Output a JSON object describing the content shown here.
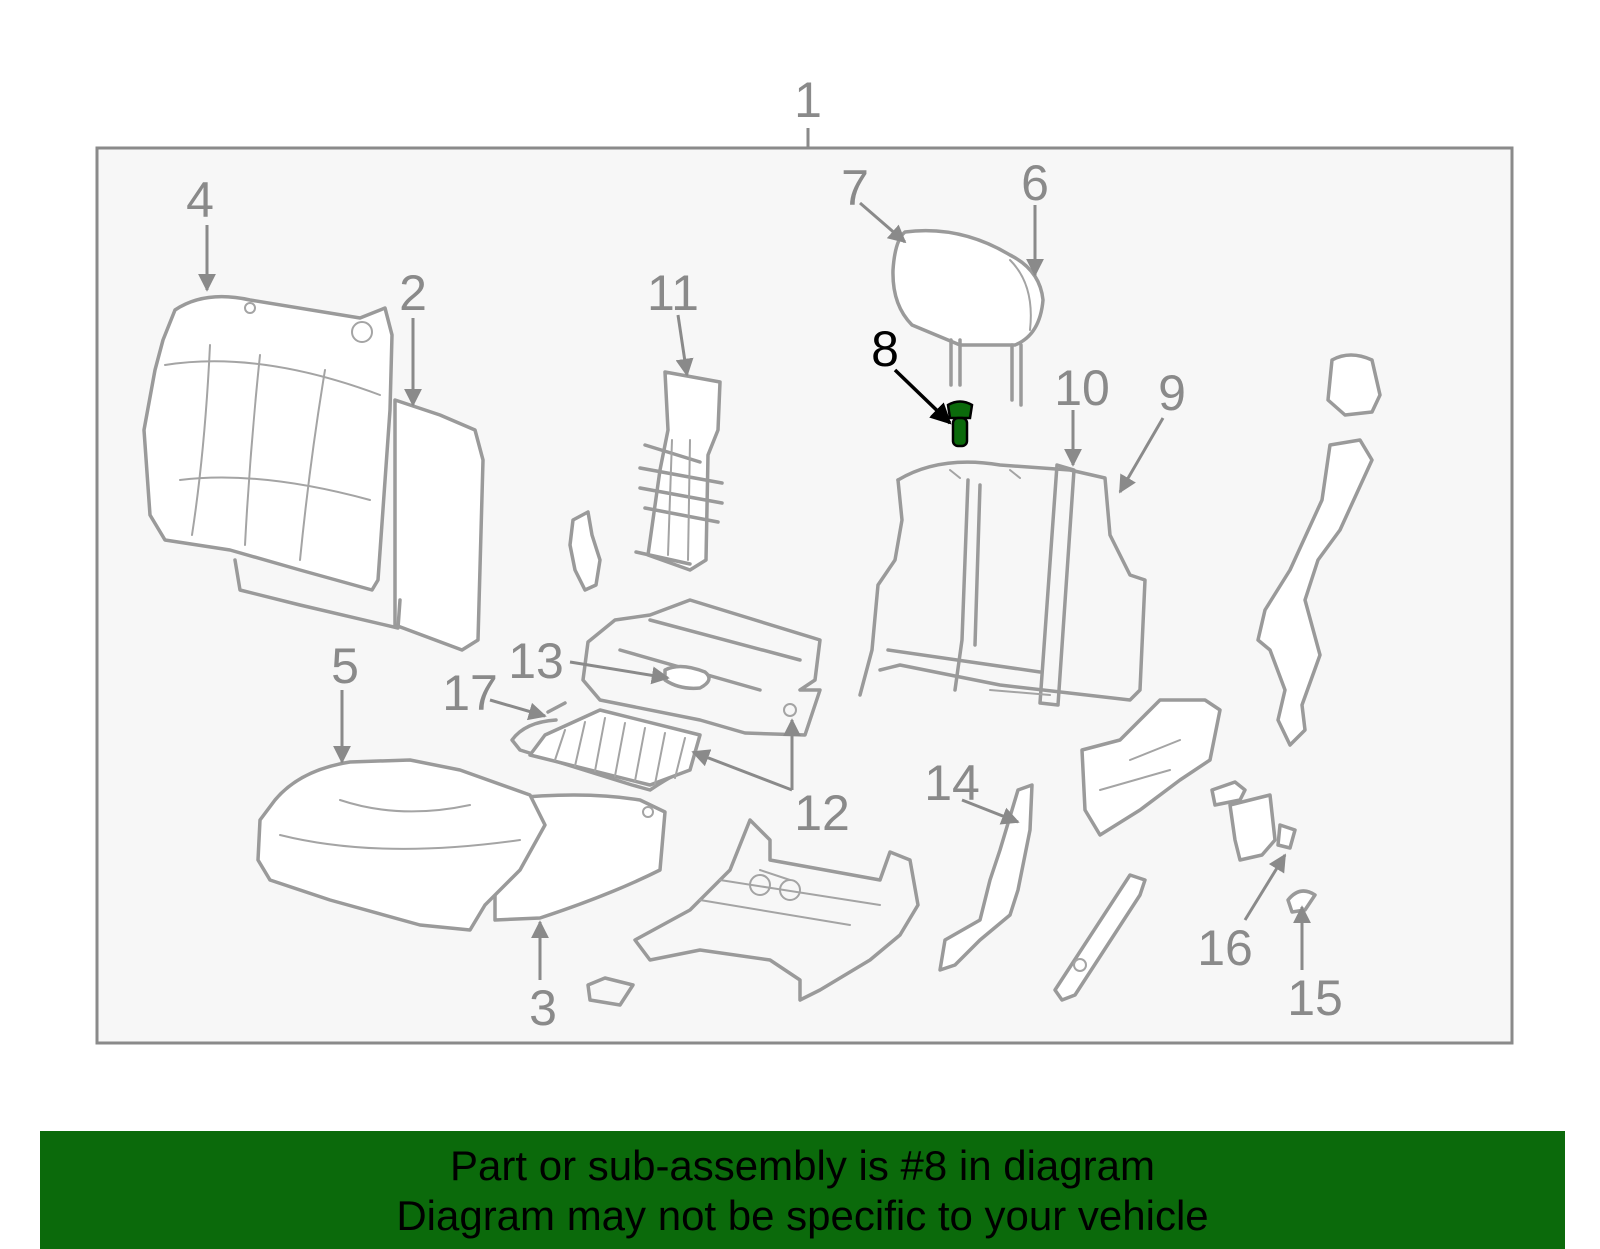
{
  "callouts": {
    "n1": "1",
    "n2": "2",
    "n3": "3",
    "n4": "4",
    "n5": "5",
    "n6": "6",
    "n7": "7",
    "n8": "8",
    "n9": "9",
    "n10": "10",
    "n11": "11",
    "n12": "12",
    "n13": "13",
    "n14": "14",
    "n15": "15",
    "n16": "16",
    "n17": "17"
  },
  "highlighted_part": "8",
  "colors": {
    "highlight": "#0b6a0b",
    "banner": "#0b6a0b",
    "line_art": "#9a9a9a",
    "callout_text": "#8a8a8a",
    "frame_bg": "#f7f7f7"
  },
  "banner": {
    "line1": "Part or sub-assembly is #8 in diagram",
    "line2": "Diagram may not be specific to your vehicle"
  }
}
